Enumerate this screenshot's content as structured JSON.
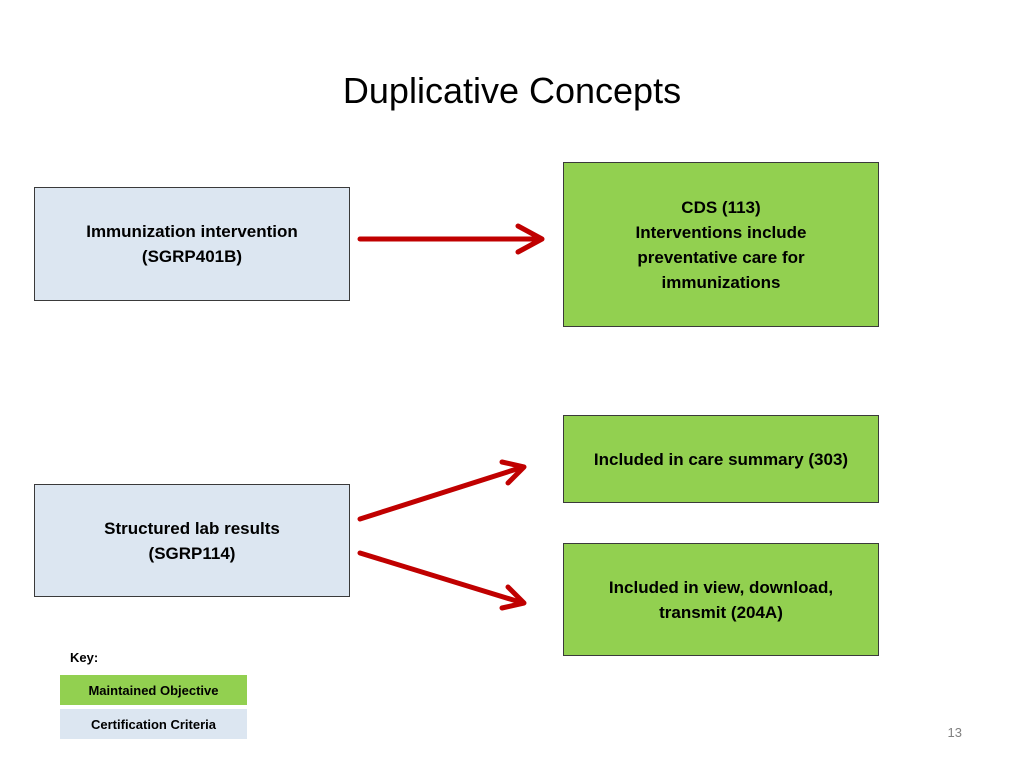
{
  "slide": {
    "title": "Duplicative Concepts",
    "page_number": "13"
  },
  "boxes": {
    "immunization": {
      "lines": [
        "Immunization intervention",
        "(SGRP401B)"
      ]
    },
    "lab": {
      "lines": [
        "Structured lab results",
        "(SGRP114)"
      ]
    },
    "cds": {
      "lines": [
        "CDS (113)",
        "Interventions include",
        "preventative care for",
        "immunizations"
      ]
    },
    "care_summary": {
      "lines": [
        "Included in care summary (303)"
      ]
    },
    "vdt": {
      "lines": [
        "Included in view, download,",
        "transmit (204A)"
      ]
    }
  },
  "key": {
    "label": "Key:",
    "maintained": "Maintained Objective",
    "certification": "Certification Criteria"
  },
  "colors": {
    "maintained_objective": "#92d050",
    "certification_criteria": "#dce6f1",
    "arrow": "#c00000"
  }
}
